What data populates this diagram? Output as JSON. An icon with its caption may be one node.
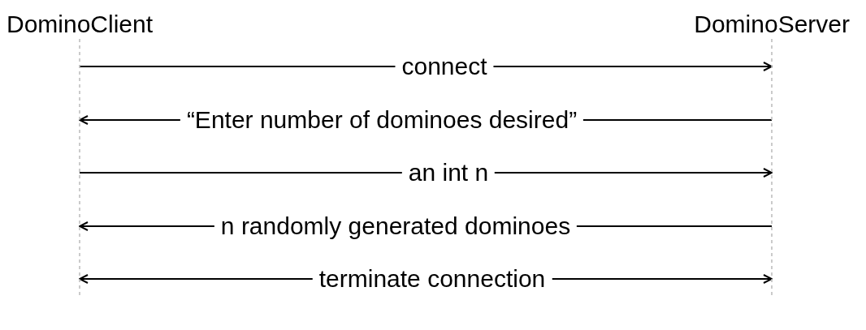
{
  "diagram": {
    "nodes": [
      {
        "text": [
          "DominoClient"
        ]
      },
      {
        "text": [
          "DominoServer"
        ]
      }
    ],
    "edges": [
      {
        "from": 0,
        "to": 1,
        "arrow": "to",
        "label": "connect"
      },
      {
        "from": 1,
        "to": 0,
        "arrow": "to",
        "label": "“Enter number of dominoes desired”"
      },
      {
        "from": 0,
        "to": 1,
        "arrow": "to",
        "label": "an int n"
      },
      {
        "from": 1,
        "to": 0,
        "arrow": "to",
        "label": "n randomly generated dominoes"
      },
      {
        "from": 0,
        "to": 1,
        "arrow": "both",
        "label": "terminate connection"
      }
    ]
  }
}
